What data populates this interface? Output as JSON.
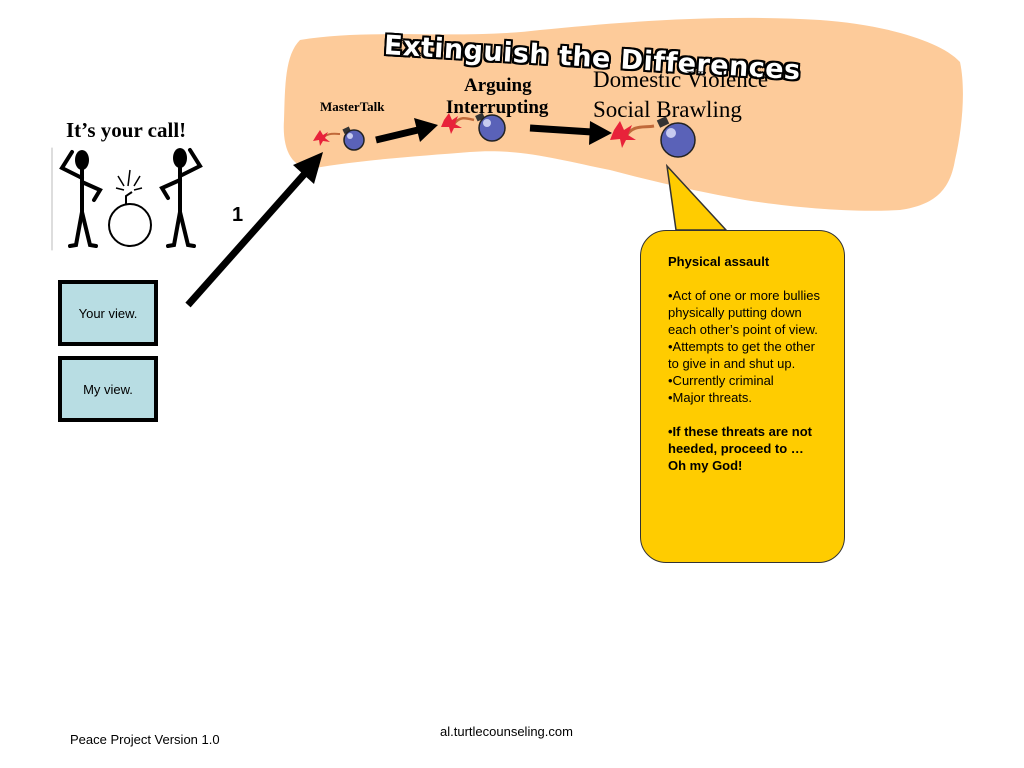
{
  "slide": {
    "title": "Extinguish the Differences",
    "stages": {
      "mastertalk": "MasterTalk",
      "arguing": "Arguing",
      "interrupting": "Interrupting",
      "domestic_violence": "Domestic Violence",
      "social_brawling": "Social Brawling"
    },
    "call_title": "It’s your call!",
    "step_number": "1",
    "views": {
      "your_view": "Your view.",
      "my_view": "My view."
    },
    "info_box": {
      "heading": "Physical assault",
      "bullet_1": "•Act of one or more bullies physically putting down each other’s point of view.",
      "bullet_2": "•Attempts to get the other to give in and shut up.",
      "bullet_3": "•Currently criminal",
      "bullet_4": "•Major threats.",
      "bullet_5": "•If these threats are not heeded, proceed to … Oh my God!"
    },
    "footer": {
      "left": "Peace Project Version 1.0",
      "center": "al.turtlecounseling.com"
    }
  },
  "colors": {
    "cloud": "#fdcb9a",
    "callout": "#ffcc00",
    "view_box": "#b8dde3",
    "bomb": "#5a62b8",
    "spark": "#e8223a"
  },
  "icons": [
    "bomb-icon",
    "spark-icon",
    "arrow-icon",
    "stick-figure-icon"
  ]
}
